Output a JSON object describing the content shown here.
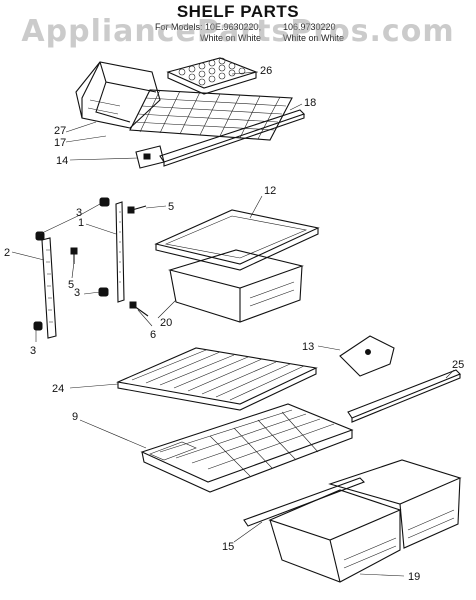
{
  "header": {
    "title": "SHELF PARTS",
    "watermark": "AppliancePartsPros.com",
    "model_line_1": "For Models: 10E.9630220,",
    "model_line_1b": "106.9730220",
    "model_line_2": "White on White",
    "model_line_2b": "White on White"
  },
  "callouts": {
    "c26": "26",
    "c18": "18",
    "c27": "27",
    "c17": "17",
    "c14": "14",
    "c3a": "3",
    "c5a": "5",
    "c1": "1",
    "c12": "12",
    "c2": "2",
    "c5b": "5",
    "c3b": "3",
    "c20": "20",
    "c6": "6",
    "c3c": "3",
    "c13": "13",
    "c25": "25",
    "c24": "24",
    "c9": "9",
    "c15": "15",
    "c19": "19"
  },
  "colors": {
    "ink": "#111111",
    "watermark": "#a0a0a0",
    "background": "#ffffff"
  }
}
